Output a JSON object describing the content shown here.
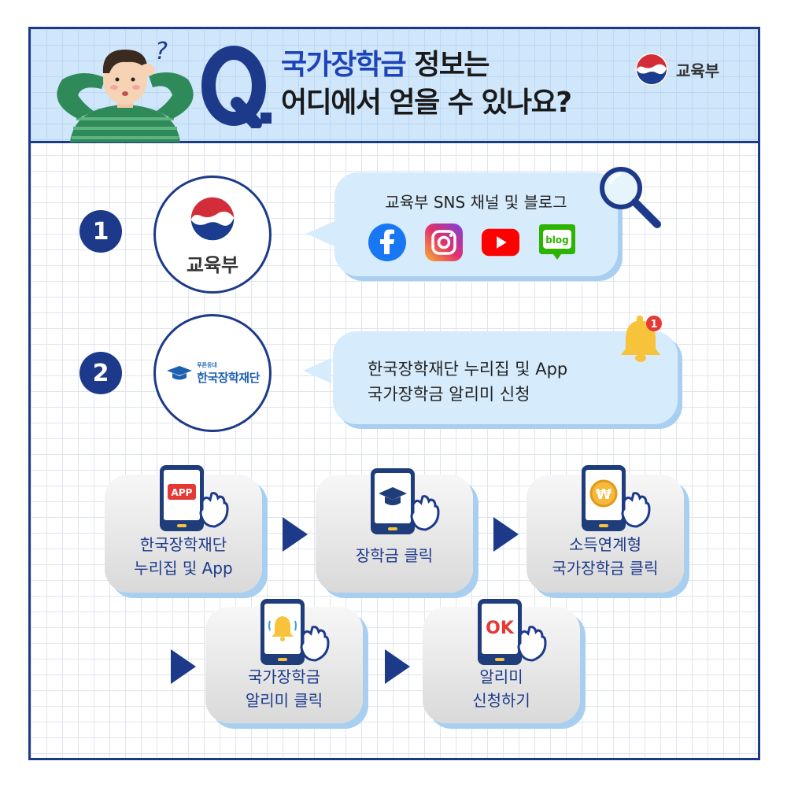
{
  "header": {
    "title_highlight": "국가장학금",
    "title_rest": " 정보는",
    "title_line2": "어디에서 얻을 수 있나요?",
    "ministry": "교육부"
  },
  "steps": [
    {
      "number": "1",
      "logo_label": "교육부",
      "bubble_title": "교육부 SNS 채널 및 블로그",
      "sns": [
        "facebook-icon",
        "instagram-icon",
        "youtube-icon",
        "blog-icon"
      ],
      "blog_label": "blog"
    },
    {
      "number": "2",
      "logo_small": "푸른등대",
      "logo_name": "한국장학재단",
      "bubble_line1": "한국장학재단 누리집 및 App",
      "bubble_line2": "국가장학금 알리미 신청",
      "badge": "1"
    }
  ],
  "cards": [
    {
      "screen": "APP",
      "line1": "한국장학재단",
      "line2": "누리집 및 App"
    },
    {
      "screen": "",
      "line1": "장학금 클릭",
      "line2": ""
    },
    {
      "screen": "₩",
      "line1": "소득연계형",
      "line2": "국가장학금 클릭"
    },
    {
      "screen": "",
      "line1": "국가장학금",
      "line2": "알리미 클릭"
    },
    {
      "screen": "OK",
      "line1": "알리미",
      "line2": "신청하기"
    }
  ],
  "colors": {
    "navy": "#1d3a8a",
    "highlight": "#1f44b8",
    "bubble": "#d6ebfb",
    "header_bg": "#cfe6fb"
  }
}
